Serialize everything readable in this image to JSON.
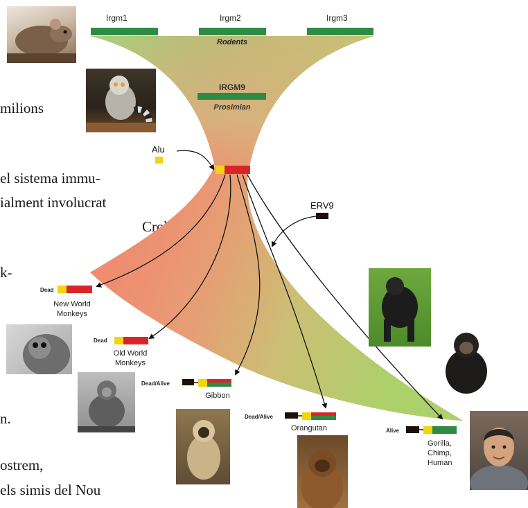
{
  "page_text": {
    "line1": "milions",
    "line2": "el sistema immu-",
    "line3": "ialment involucrat",
    "line4": "Crohn.",
    "line5": "k-",
    "line6": "n.",
    "line7": "ostrem,",
    "line8": "els simis del Nou"
  },
  "genes": {
    "irgm1": "Irgm1",
    "irgm2": "Irgm2",
    "irgm3": "Irgm3",
    "rodents": "Rodents",
    "irgm9": "IRGM9",
    "prosimian": "Prosimian"
  },
  "insertions": {
    "alu": "Alu",
    "erv9": "ERV9"
  },
  "status": {
    "dead": "Dead",
    "dead_alive": "Dead/Alive",
    "alive": "Alive"
  },
  "taxa": {
    "new_world_1": "New World",
    "new_world_2": "Monkeys",
    "old_world_1": "Old World",
    "old_world_2": "Monkeys",
    "gibbon": "Gibbon",
    "orangutan": "Orangutan",
    "ghh_1": "Gorilla,",
    "ghh_2": "Chimp,",
    "ghh_3": "Human"
  },
  "colors": {
    "gene_green": "#2e8b45",
    "alu_yellow": "#f2d50f",
    "erv_black": "#1a1008",
    "dead_red": "#d9252a",
    "funnel_top": "#a4cf7a",
    "funnel_mid": "#f07f68",
    "funnel_right": "#b9cd6d"
  },
  "photos": [
    {
      "name": "rat-photo",
      "subject": "rodent"
    },
    {
      "name": "lemur-photo",
      "subject": "prosimian"
    },
    {
      "name": "new-world-monkey-photo",
      "subject": "new world monkey"
    },
    {
      "name": "macaque-photo",
      "subject": "old world monkey"
    },
    {
      "name": "gibbon-photo",
      "subject": "gibbon"
    },
    {
      "name": "orangutan-photo",
      "subject": "orangutan"
    },
    {
      "name": "gorilla-photo",
      "subject": "gorilla"
    },
    {
      "name": "chimp-photo",
      "subject": "chimpanzee"
    },
    {
      "name": "human-photo",
      "subject": "human"
    }
  ]
}
